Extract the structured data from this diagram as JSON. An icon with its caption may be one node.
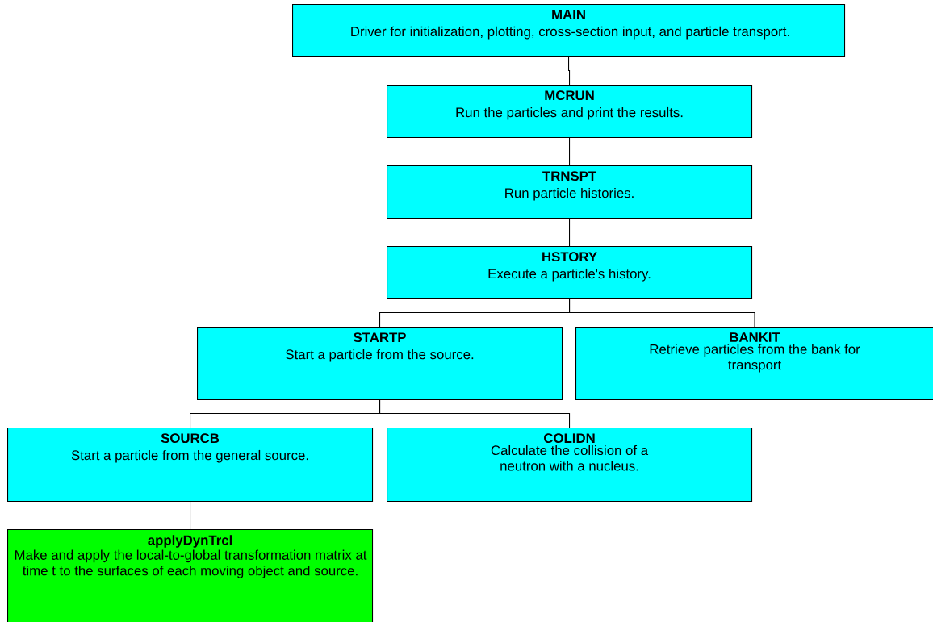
{
  "diagram": {
    "nodes": [
      {
        "text": [
          "MAIN",
          "Driver for initialization, plotting, cross-section input, and particle transport."
        ]
      },
      {
        "text": [
          "MCRUN",
          "Run the particles and print the results."
        ]
      },
      {
        "text": [
          "TRNSPT",
          "Run particle histories."
        ]
      },
      {
        "text": [
          "HSTORY",
          "Execute a particle's history."
        ]
      },
      {
        "text": [
          "STARTP",
          "Start a particle from the source."
        ]
      },
      {
        "text": [
          "BANKIT",
          "Retrieve particles from the bank for transport"
        ]
      },
      {
        "text": [
          "SOURCB",
          "Start a particle from the general source."
        ]
      },
      {
        "text": [
          "COLIDN",
          "Calculate the collision of a neutron with a nucleus."
        ]
      },
      {
        "text": [
          "applyDynTrcl",
          "Make and apply the local-to-global transformation matrix at time t to the surfaces of each moving object and source."
        ]
      }
    ],
    "edges": [
      {
        "from": 0,
        "to": 1,
        "arrow": "none"
      },
      {
        "from": 1,
        "to": 2,
        "arrow": "none"
      },
      {
        "from": 2,
        "to": 3,
        "arrow": "none"
      },
      {
        "from": 3,
        "to": 4,
        "arrow": "none"
      },
      {
        "from": 3,
        "to": 5,
        "arrow": "none"
      },
      {
        "from": 4,
        "to": 6,
        "arrow": "none"
      },
      {
        "from": 4,
        "to": 7,
        "arrow": "none"
      },
      {
        "from": 6,
        "to": 8,
        "arrow": "none"
      }
    ]
  }
}
